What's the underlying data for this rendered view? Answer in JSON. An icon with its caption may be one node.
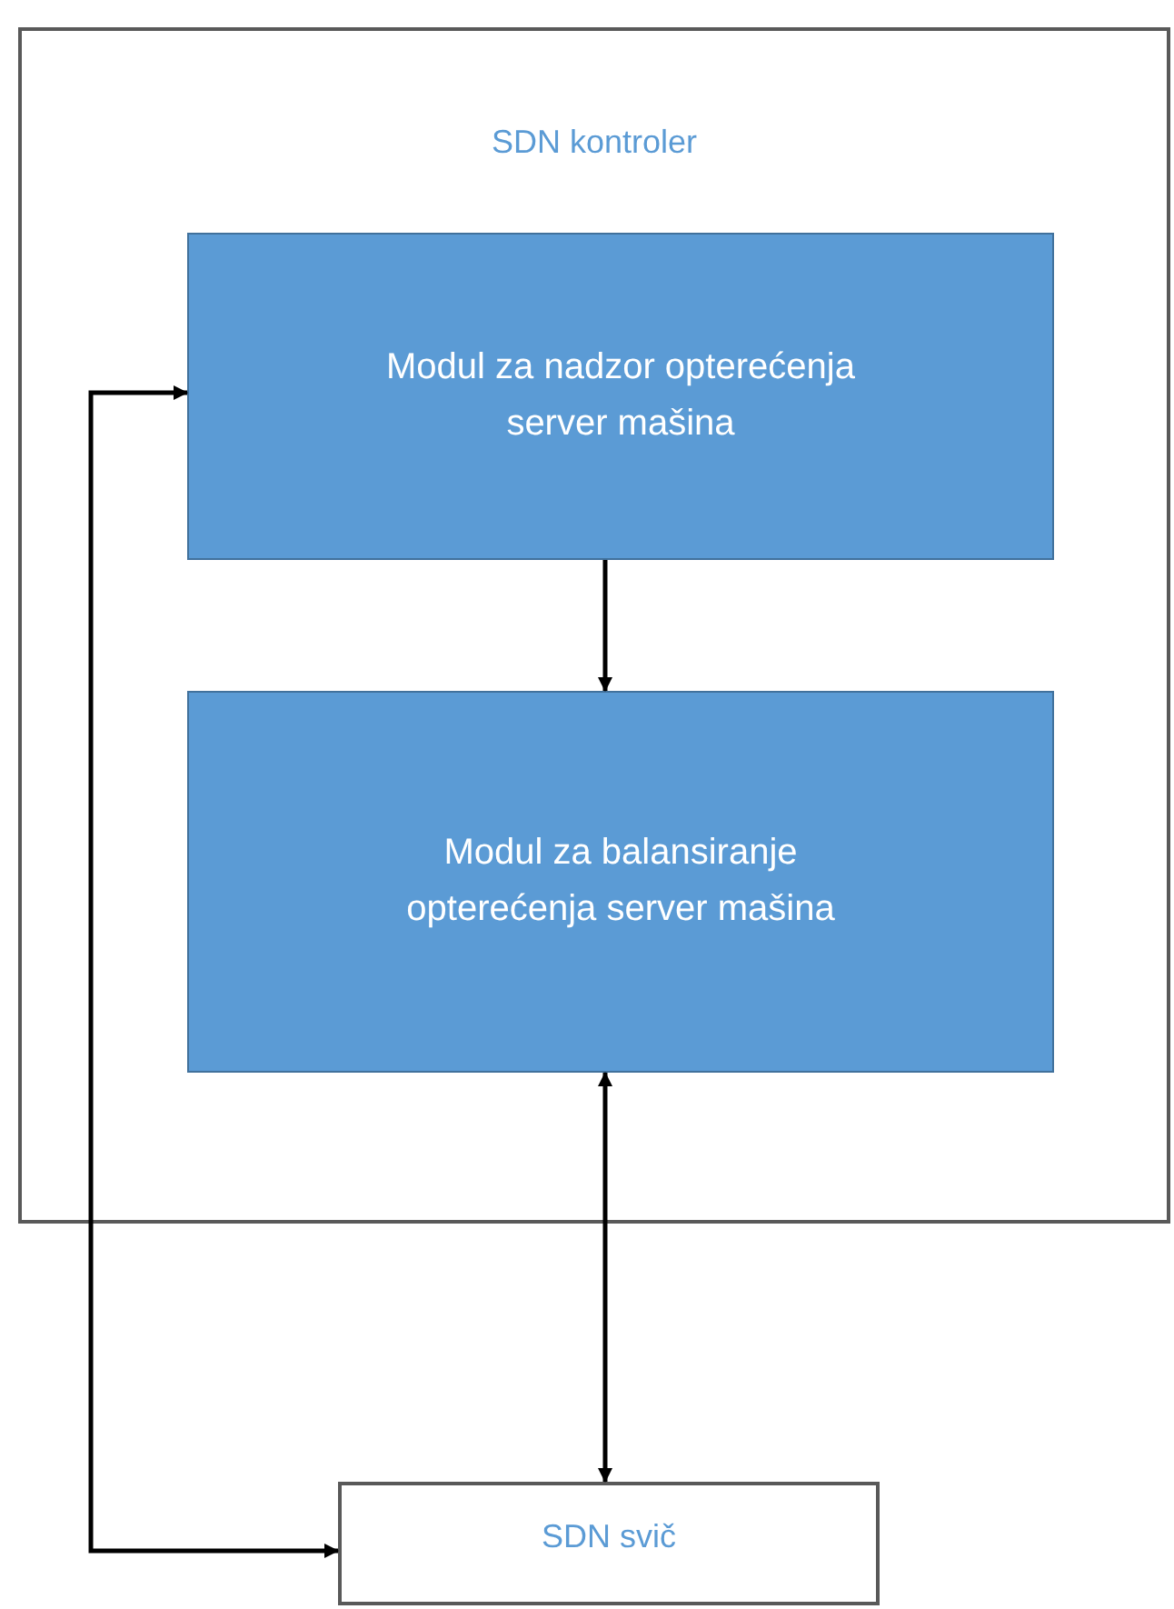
{
  "diagram": {
    "nodes": [
      {
        "text": [
          "SDN kontroler"
        ]
      },
      {
        "text": [
          "Modul za nadzor opterećenja server mašina"
        ],
        "in": 0
      },
      {
        "text": [
          "Modul za balansiranje opterećenja server mašina"
        ],
        "in": 0
      },
      {
        "text": [
          "SDN svič"
        ]
      }
    ],
    "edges": [
      {
        "from": 1,
        "to": 2,
        "arrow": "to"
      },
      {
        "from": 2,
        "to": 3,
        "arrow": "both"
      },
      {
        "from": 3,
        "to": 1,
        "arrow": "both"
      }
    ]
  }
}
